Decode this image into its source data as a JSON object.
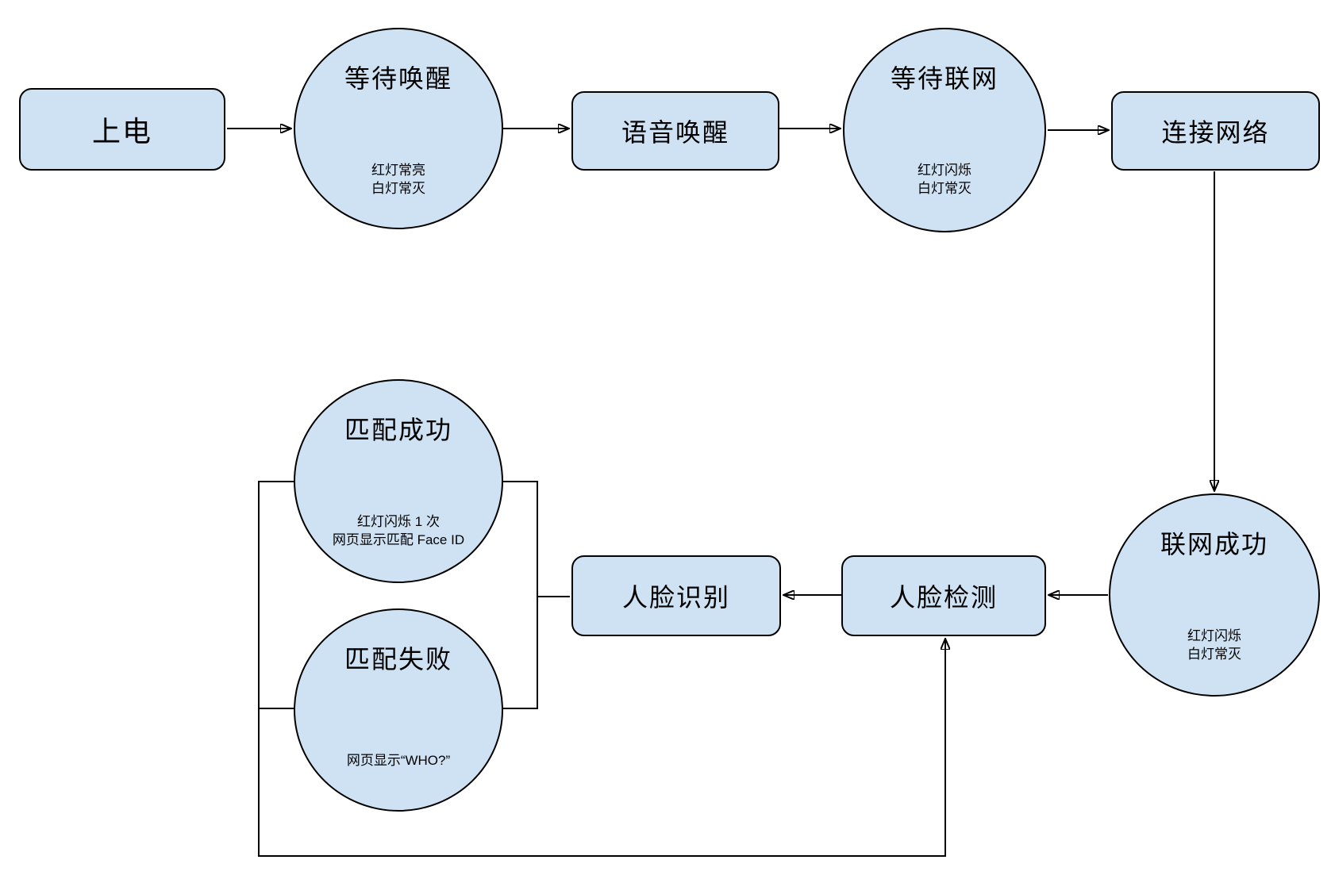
{
  "diagram": {
    "type": "flowchart",
    "colors": {
      "canvas_bg": "#ffffff",
      "node_fill": "#cfe2f3",
      "node_border": "#000000",
      "edge_color": "#000000"
    },
    "nodes": {
      "power_on": {
        "shape": "rounded-rect",
        "label": "上电"
      },
      "wait_wake": {
        "shape": "circle",
        "label": "等待唤醒",
        "notes": [
          "红灯常亮",
          "白灯常灭"
        ]
      },
      "voice_wake": {
        "shape": "rounded-rect",
        "label": "语音唤醒"
      },
      "wait_network": {
        "shape": "circle",
        "label": "等待联网",
        "notes": [
          "红灯闪烁",
          "白灯常灭"
        ]
      },
      "connect_network": {
        "shape": "rounded-rect",
        "label": "连接网络"
      },
      "network_success": {
        "shape": "circle",
        "label": "联网成功",
        "notes": [
          "红灯闪烁",
          "白灯常灭"
        ]
      },
      "face_detect": {
        "shape": "rounded-rect",
        "label": "人脸检测"
      },
      "face_recognize": {
        "shape": "rounded-rect",
        "label": "人脸识别"
      },
      "match_success": {
        "shape": "circle",
        "label": "匹配成功",
        "notes": [
          "红灯闪烁 1 次",
          "网页显示匹配 Face ID"
        ]
      },
      "match_fail": {
        "shape": "circle",
        "label": "匹配失败",
        "notes": [
          "网页显示“WHO?”"
        ]
      }
    },
    "edges": [
      {
        "from": "power_on",
        "to": "wait_wake",
        "arrow": true
      },
      {
        "from": "wait_wake",
        "to": "voice_wake",
        "arrow": true
      },
      {
        "from": "voice_wake",
        "to": "wait_network",
        "arrow": true
      },
      {
        "from": "wait_network",
        "to": "connect_network",
        "arrow": true
      },
      {
        "from": "connect_network",
        "to": "network_success",
        "arrow": true
      },
      {
        "from": "network_success",
        "to": "face_detect",
        "arrow": true
      },
      {
        "from": "face_detect",
        "to": "face_recognize",
        "arrow": true
      },
      {
        "from": "face_recognize",
        "to": "match_success",
        "arrow": false
      },
      {
        "from": "face_recognize",
        "to": "match_fail",
        "arrow": false
      },
      {
        "from": "match_success",
        "to": "face_detect",
        "arrow": true
      },
      {
        "from": "match_fail",
        "to": "face_detect",
        "arrow": true
      }
    ]
  }
}
